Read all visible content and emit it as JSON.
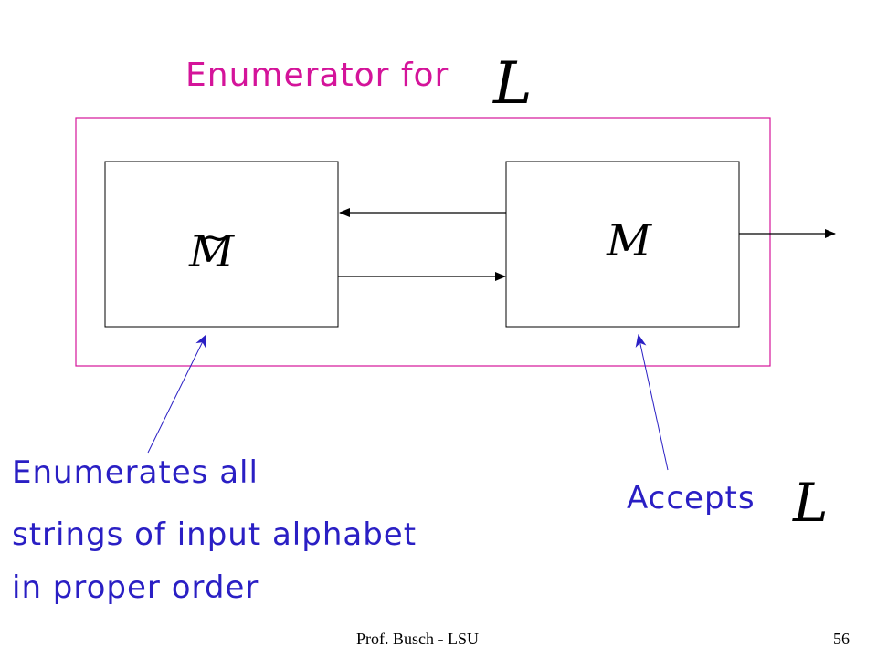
{
  "title": {
    "text": "Enumerator for",
    "symbol": "L"
  },
  "left_machine": {
    "symbol": "M",
    "tilde": "~"
  },
  "right_machine": {
    "symbol": "M"
  },
  "annotation_left": {
    "lines": [
      "Enumerates all",
      "strings of input alphabet",
      "in proper order"
    ]
  },
  "annotation_right": {
    "text": "Accepts",
    "symbol": "L"
  },
  "footer": {
    "author": "Prof. Busch - LSU",
    "page": "56"
  },
  "colors": {
    "enclosure": "#d4149a",
    "annotation": "#2a1fc4",
    "lines": "#000000"
  }
}
